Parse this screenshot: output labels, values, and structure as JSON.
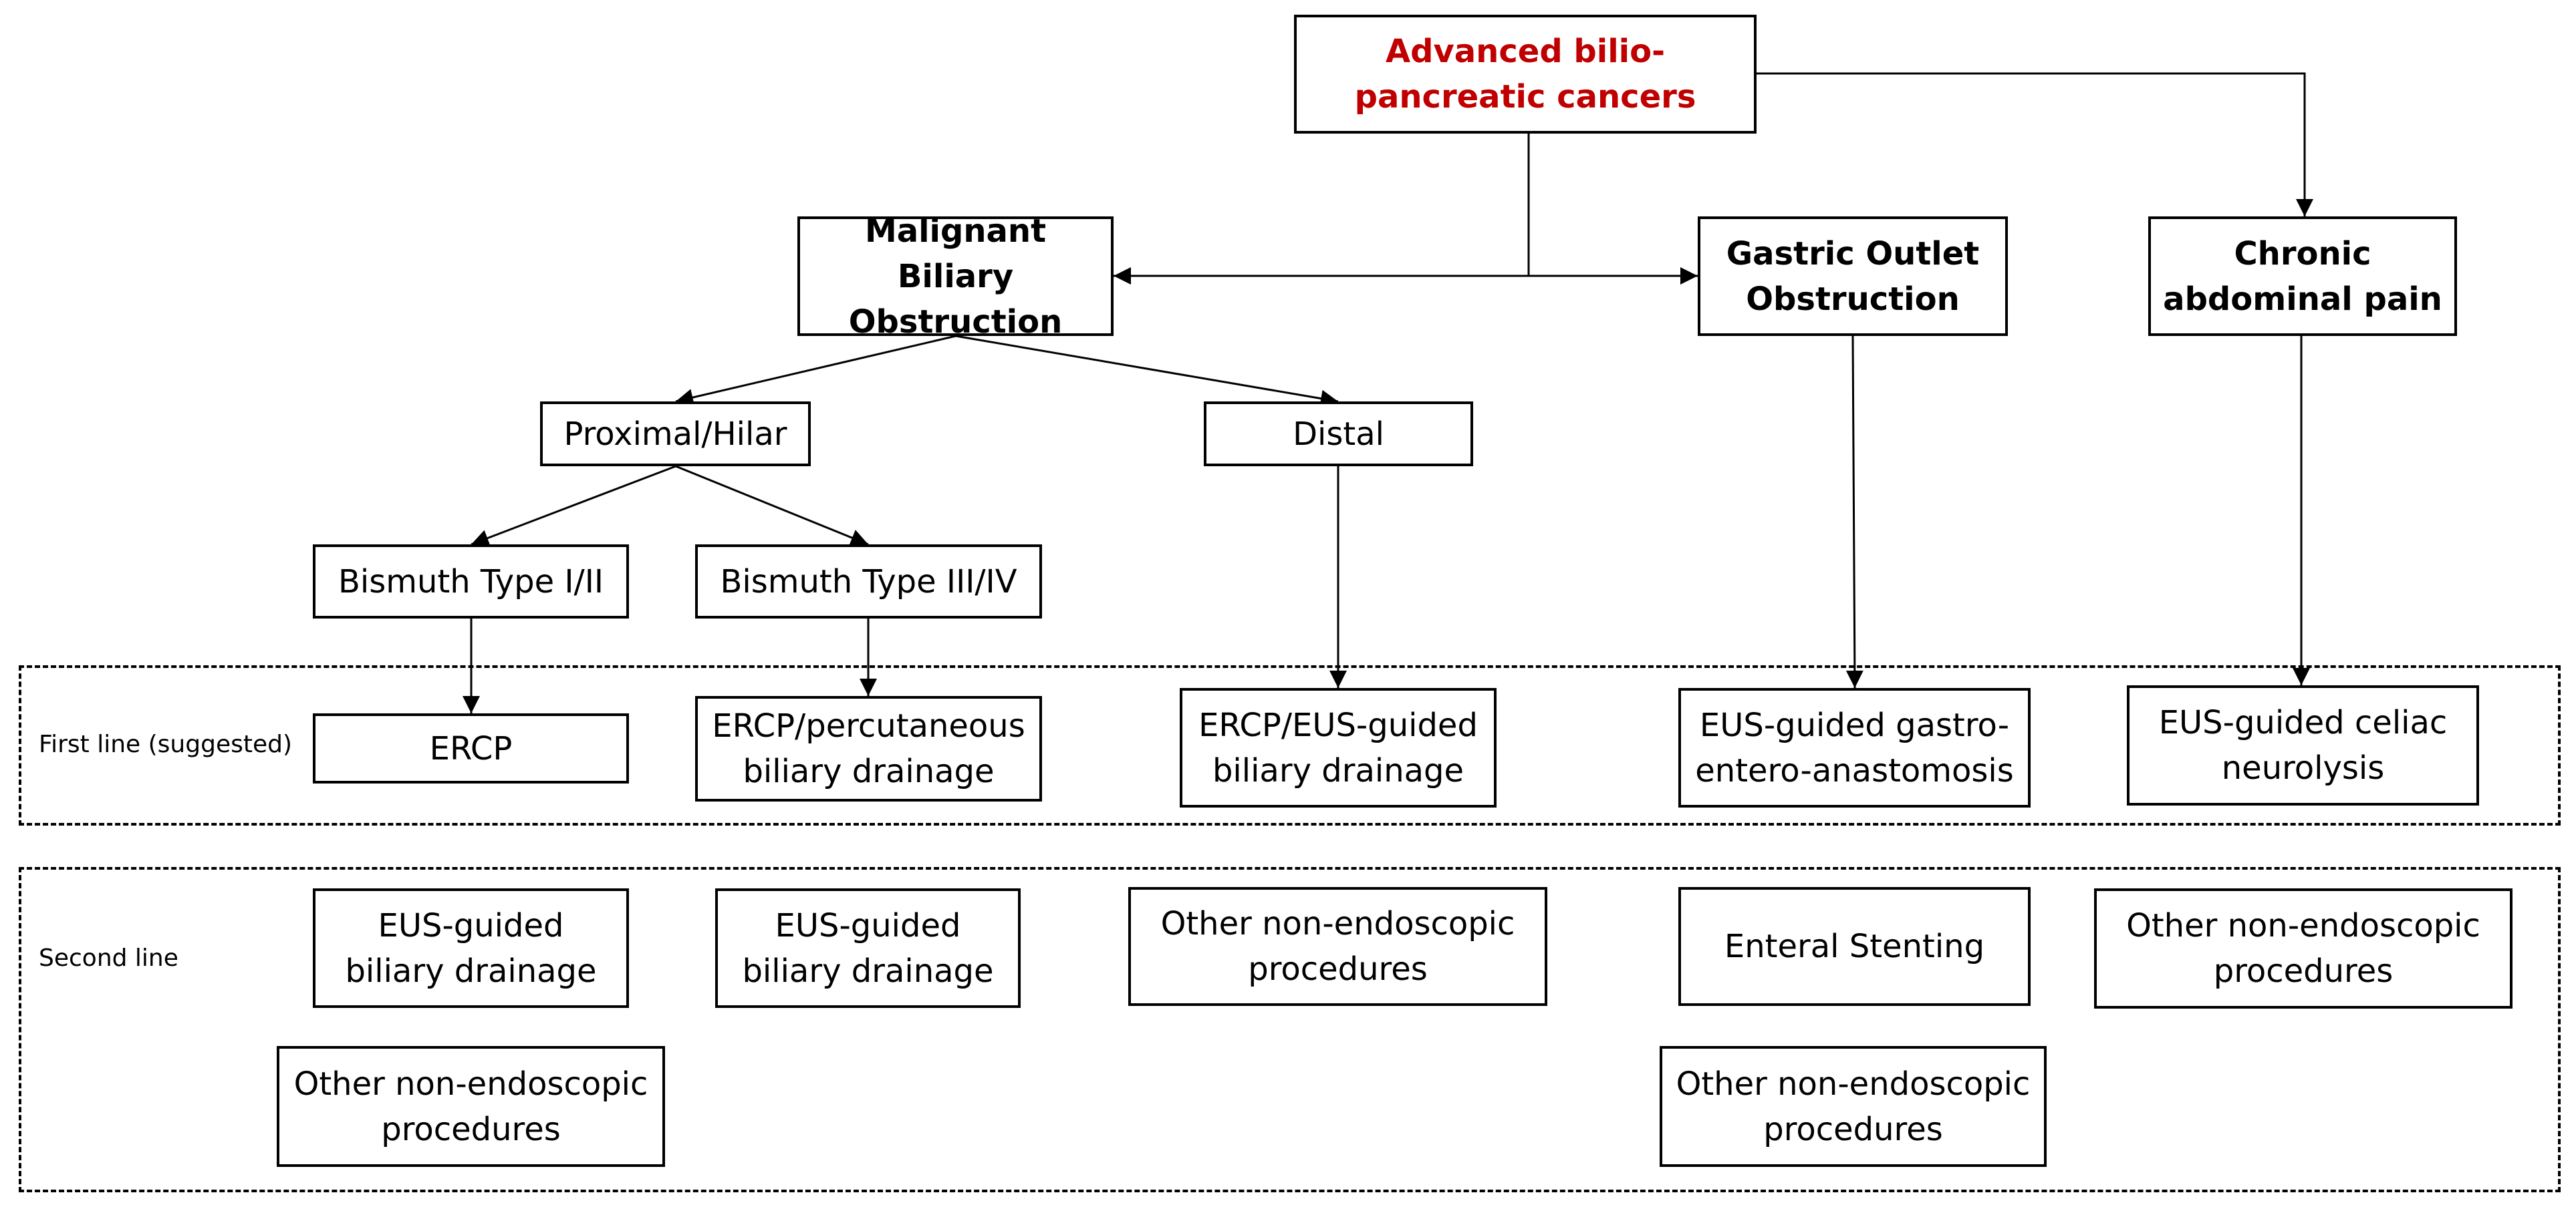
{
  "diagram": {
    "root": "Advanced bilio-pancreatic cancers",
    "conditions": {
      "mbo": "Malignant Biliary\nObstruction",
      "goo": "Gastric Outlet\nObstruction",
      "pain": "Chronic\nabdominal pain"
    },
    "levels": {
      "proximal": "Proximal/Hilar",
      "distal": "Distal"
    },
    "bismuth": {
      "type12": "Bismuth Type I/II",
      "type34": "Bismuth Type III/IV"
    },
    "row_labels": {
      "first_line": "First line (suggested)",
      "second_line": "Second line"
    },
    "first_line": {
      "ercp": "ERCP",
      "ercp_perc": "ERCP/percutaneous\nbiliary drainage",
      "ercp_eus": "ERCP/EUS-guided\nbiliary drainage",
      "eus_gea": "EUS-guided gastro-\nentero-anastomosis",
      "eus_celiac": "EUS-guided celiac\nneurolysis"
    },
    "second_line": {
      "eus_bd_1": "EUS-guided\nbiliary drainage",
      "other_1": "Other non-endoscopic\nprocedures",
      "eus_bd_2": "EUS-guided\nbiliary drainage",
      "other_distal": "Other non-endoscopic\nprocedures",
      "enteral": "Enteral Stenting",
      "other_goo": "Other non-endoscopic\nprocedures",
      "other_pain": "Other non-endoscopic\nprocedures"
    },
    "colors": {
      "root_text": "#c00000",
      "line": "#000000"
    }
  }
}
